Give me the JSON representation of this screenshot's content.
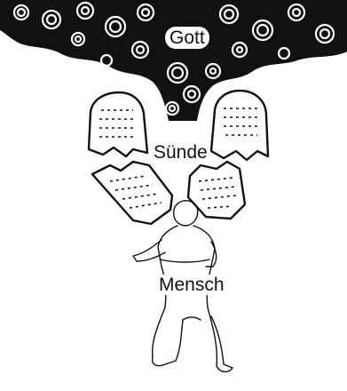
{
  "labels": {
    "god": "Gott",
    "sin": "Sünde",
    "human": "Mensch"
  },
  "colors": {
    "ink": "#111111",
    "paper": "#ffffff"
  }
}
